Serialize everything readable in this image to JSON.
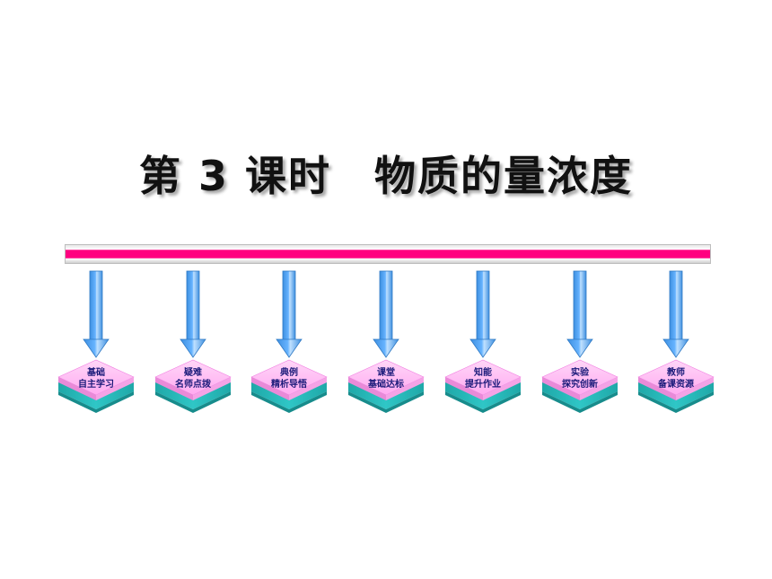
{
  "title": {
    "part1": "第 3 课时",
    "part2": "物质的量浓度"
  },
  "colors": {
    "bar": "#ff0080",
    "arrow": "#66b3ff",
    "tile_top": "#ffaaf0",
    "tile_side": "#2fc6c6"
  },
  "nav": [
    {
      "line1": "基础",
      "line2": "自主学习"
    },
    {
      "line1": "疑难",
      "line2": "名师点拨"
    },
    {
      "line1": "典例",
      "line2": "精析导悟"
    },
    {
      "line1": "课堂",
      "line2": "基础达标"
    },
    {
      "line1": "知能",
      "line2": "提升作业"
    },
    {
      "line1": "实验",
      "line2": "探究创新"
    },
    {
      "line1": "教师",
      "line2": "备课资源"
    }
  ]
}
